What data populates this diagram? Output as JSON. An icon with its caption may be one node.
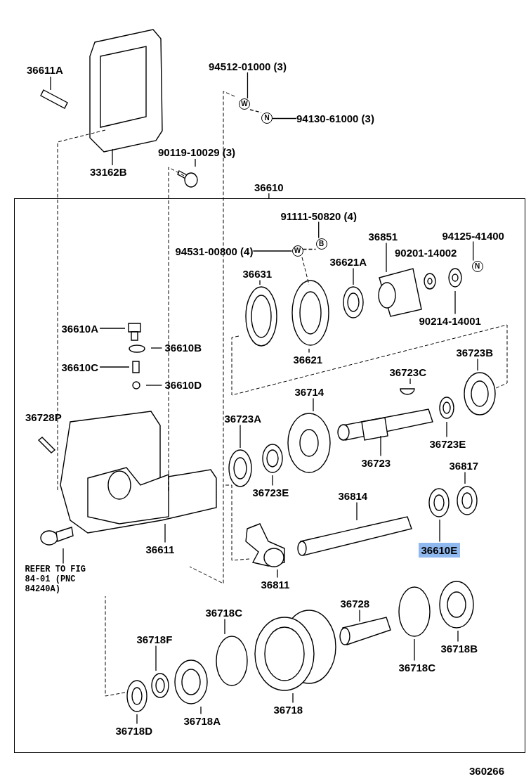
{
  "diagram": {
    "nodes": [
      {
        "text": [],
        "shape": "box"
      },
      {
        "text": [
          "36611A"
        ]
      },
      {
        "text": [
          "33162B"
        ]
      },
      {
        "text": [
          "94512-01000 (3)"
        ]
      },
      {
        "text": [
          "94130-61000 (3)"
        ]
      },
      {
        "text": [
          "90119-10029 (3)"
        ]
      },
      {
        "text": [
          "36610"
        ]
      },
      {
        "text": [
          "91111-50820 (4)"
        ],
        "in": 0
      },
      {
        "text": [
          "94531-00800 (4)"
        ],
        "in": 0
      },
      {
        "text": [
          "36851"
        ],
        "in": 0
      },
      {
        "text": [
          "94125-41400"
        ],
        "in": 0
      },
      {
        "text": [
          "36621A"
        ],
        "in": 0
      },
      {
        "text": [
          "36631"
        ],
        "in": 0
      },
      {
        "text": [
          "90214-14001"
        ],
        "in": 0
      },
      {
        "text": [
          "36610A"
        ],
        "in": 0
      },
      {
        "text": [
          "36610B"
        ],
        "in": 0
      },
      {
        "text": [
          "36610C"
        ],
        "in": 0
      },
      {
        "text": [
          "36610D"
        ],
        "in": 0
      },
      {
        "text": [
          "36621"
        ],
        "in": 0
      },
      {
        "text": [
          "36723C"
        ],
        "in": 0
      },
      {
        "text": [
          "36723B"
        ],
        "in": 0
      },
      {
        "text": [
          "36714"
        ],
        "in": 0
      },
      {
        "text": [
          "36723A"
        ],
        "in": 0
      },
      {
        "text": [
          "36723E"
        ],
        "in": 0
      },
      {
        "text": [
          "36723"
        ],
        "in": 0
      },
      {
        "text": [
          "36723E"
        ],
        "in": 0
      },
      {
        "text": [
          "36817"
        ],
        "in": 0
      },
      {
        "text": [
          "36814"
        ],
        "in": 0
      },
      {
        "text": [
          "36611"
        ],
        "in": 0
      },
      {
        "text": [
          "36610E"
        ],
        "in": 0
      },
      {
        "text": [
          "REFER TO FIG 84-01 (PNC 84240A)"
        ],
        "in": 0
      },
      {
        "text": [
          "36811"
        ],
        "in": 0
      },
      {
        "text": [
          "36728"
        ],
        "in": 0
      },
      {
        "text": [
          "36718C"
        ],
        "in": 0
      },
      {
        "text": [
          "36718F"
        ],
        "in": 0
      },
      {
        "text": [
          "36718B"
        ],
        "in": 0
      },
      {
        "text": [
          "36718C"
        ],
        "in": 0
      },
      {
        "text": [
          "36718"
        ],
        "in": 0
      },
      {
        "text": [
          "36718A"
        ],
        "in": 0
      },
      {
        "text": [
          "36718D"
        ],
        "in": 0
      },
      {
        "text": [
          "W"
        ]
      },
      {
        "text": [
          "N"
        ]
      },
      {
        "text": [
          "B"
        ],
        "in": 0
      },
      {
        "text": [
          "W"
        ],
        "in": 0
      },
      {
        "text": [
          "N"
        ],
        "in": 0
      }
    ],
    "edges": [
      {
        "from": 1,
        "to": null,
        "arrow": "none"
      },
      {
        "from": 2,
        "to": null,
        "arrow": "none"
      },
      {
        "from": 3,
        "to": 40,
        "arrow": "none"
      },
      {
        "from": 4,
        "to": 41,
        "arrow": "none"
      },
      {
        "from": 5,
        "to": null,
        "arrow": "none"
      },
      {
        "from": 6,
        "to": 0,
        "arrow": "none"
      },
      {
        "from": 7,
        "to": 42,
        "arrow": "none"
      },
      {
        "from": 8,
        "to": 43,
        "arrow": "none"
      },
      {
        "from": 9,
        "to": null,
        "arrow": "none"
      },
      {
        "from": 10,
        "to": 44,
        "arrow": "none"
      },
      {
        "from": 11,
        "to": null,
        "arrow": "none"
      },
      {
        "from": 12,
        "to": null,
        "arrow": "none"
      },
      {
        "from": 13,
        "to": null,
        "arrow": "none"
      },
      {
        "from": 14,
        "to": null,
        "arrow": "none"
      },
      {
        "from": 15,
        "to": null,
        "arrow": "none"
      },
      {
        "from": 16,
        "to": null,
        "arrow": "none"
      },
      {
        "from": 17,
        "to": null,
        "arrow": "none"
      },
      {
        "from": 18,
        "to": null,
        "arrow": "none"
      },
      {
        "from": 19,
        "to": null,
        "arrow": "none"
      },
      {
        "from": 20,
        "to": null,
        "arrow": "none"
      },
      {
        "from": 21,
        "to": null,
        "arrow": "none"
      },
      {
        "from": 22,
        "to": null,
        "arrow": "none"
      },
      {
        "from": 23,
        "to": null,
        "arrow": "none"
      },
      {
        "from": 24,
        "to": null,
        "arrow": "none"
      },
      {
        "from": 25,
        "to": null,
        "arrow": "none"
      },
      {
        "from": 26,
        "to": null,
        "arrow": "none"
      },
      {
        "from": 27,
        "to": null,
        "arrow": "none"
      },
      {
        "from": 28,
        "to": null,
        "arrow": "none"
      },
      {
        "from": 29,
        "to": null,
        "arrow": "none"
      },
      {
        "from": 30,
        "to": null,
        "arrow": "none"
      },
      {
        "from": 31,
        "to": null,
        "arrow": "none"
      },
      {
        "from": 32,
        "to": null,
        "arrow": "none"
      },
      {
        "from": 33,
        "to": null,
        "arrow": "none"
      },
      {
        "from": 34,
        "to": null,
        "arrow": "none"
      },
      {
        "from": 35,
        "to": null,
        "arrow": "none"
      },
      {
        "from": 36,
        "to": null,
        "arrow": "none"
      },
      {
        "from": 37,
        "to": null,
        "arrow": "none"
      },
      {
        "from": 38,
        "to": null,
        "arrow": "none"
      },
      {
        "from": 39,
        "to": null,
        "arrow": "none"
      },
      {
        "from": 40,
        "to": 41,
        "arrow": "none",
        "style": "dashed"
      },
      {
        "from": 43,
        "to": 42,
        "arrow": "none",
        "style": "dashed"
      }
    ],
    "labels": [
      "90201-14002",
      "36728P",
      "360266"
    ]
  }
}
